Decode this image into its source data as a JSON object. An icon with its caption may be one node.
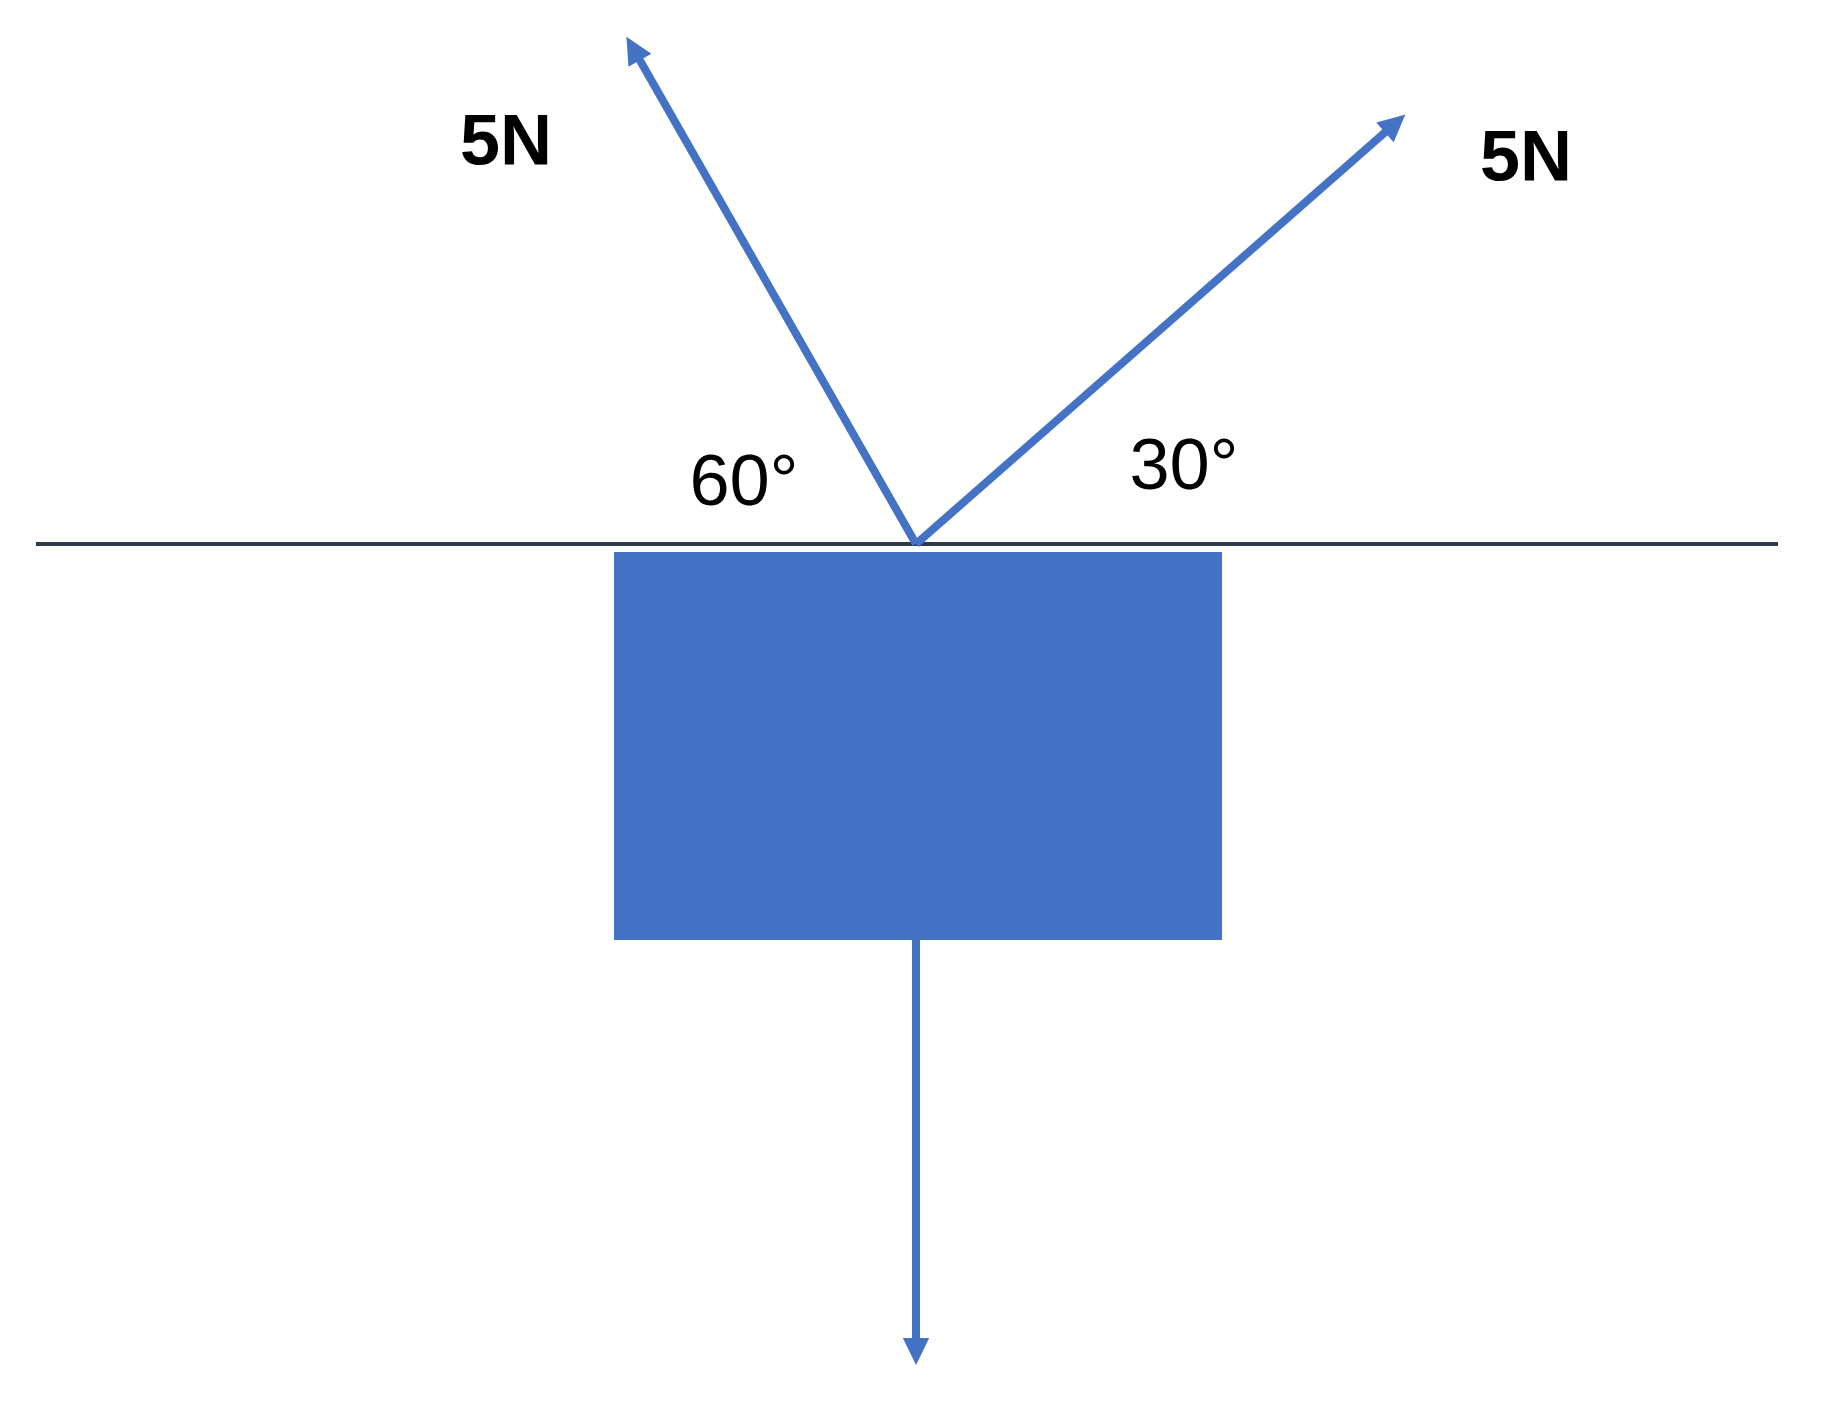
{
  "diagram": {
    "nodes": [
      {
        "text": [],
        "shape": "box"
      }
    ],
    "labels": [
      "5N",
      "5N",
      "60°",
      "30°"
    ]
  }
}
